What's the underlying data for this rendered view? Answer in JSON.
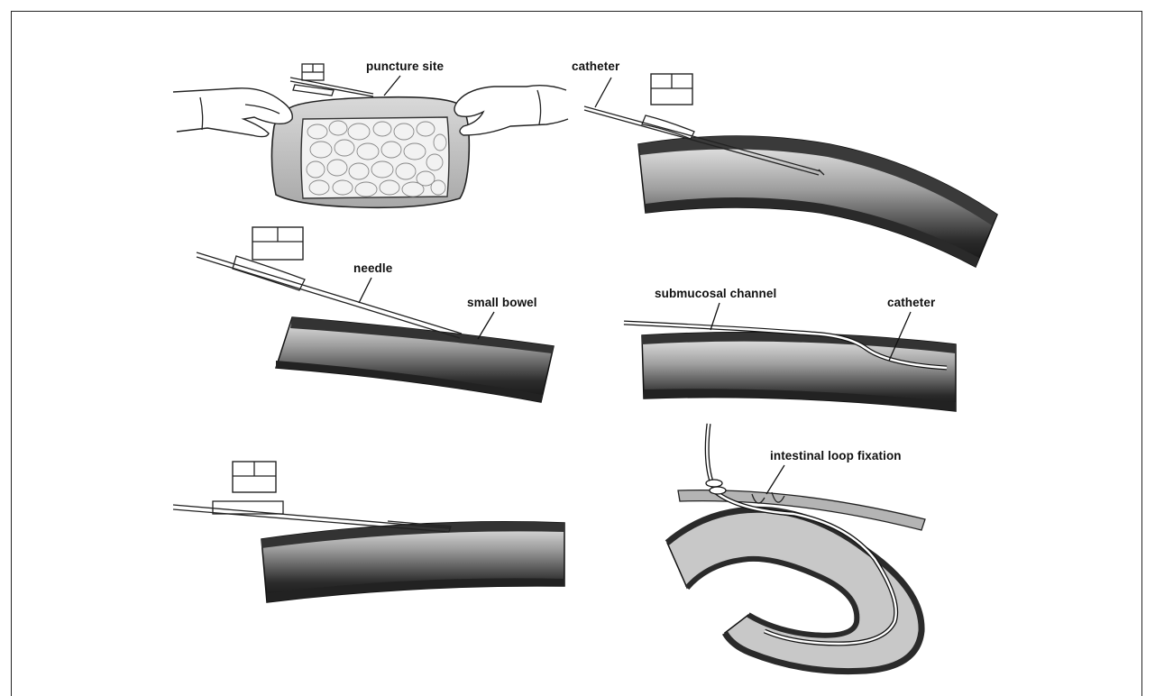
{
  "labels": {
    "puncture_site": "puncture site",
    "catheter_top": "catheter",
    "needle": "needle",
    "small_bowel": "small bowel",
    "submucosal_channel": "submucosal channel",
    "catheter_mid": "catheter",
    "intestinal_loop_fixation": "intestinal loop fixation"
  },
  "colors": {
    "bowel_wall": "#3a3a3a",
    "bowel_lumen_light": "#e6e6e6",
    "bowel_lumen_dark": "#1e1e1e",
    "serosa_band": "#b4b4b4",
    "ink": "#111111"
  }
}
